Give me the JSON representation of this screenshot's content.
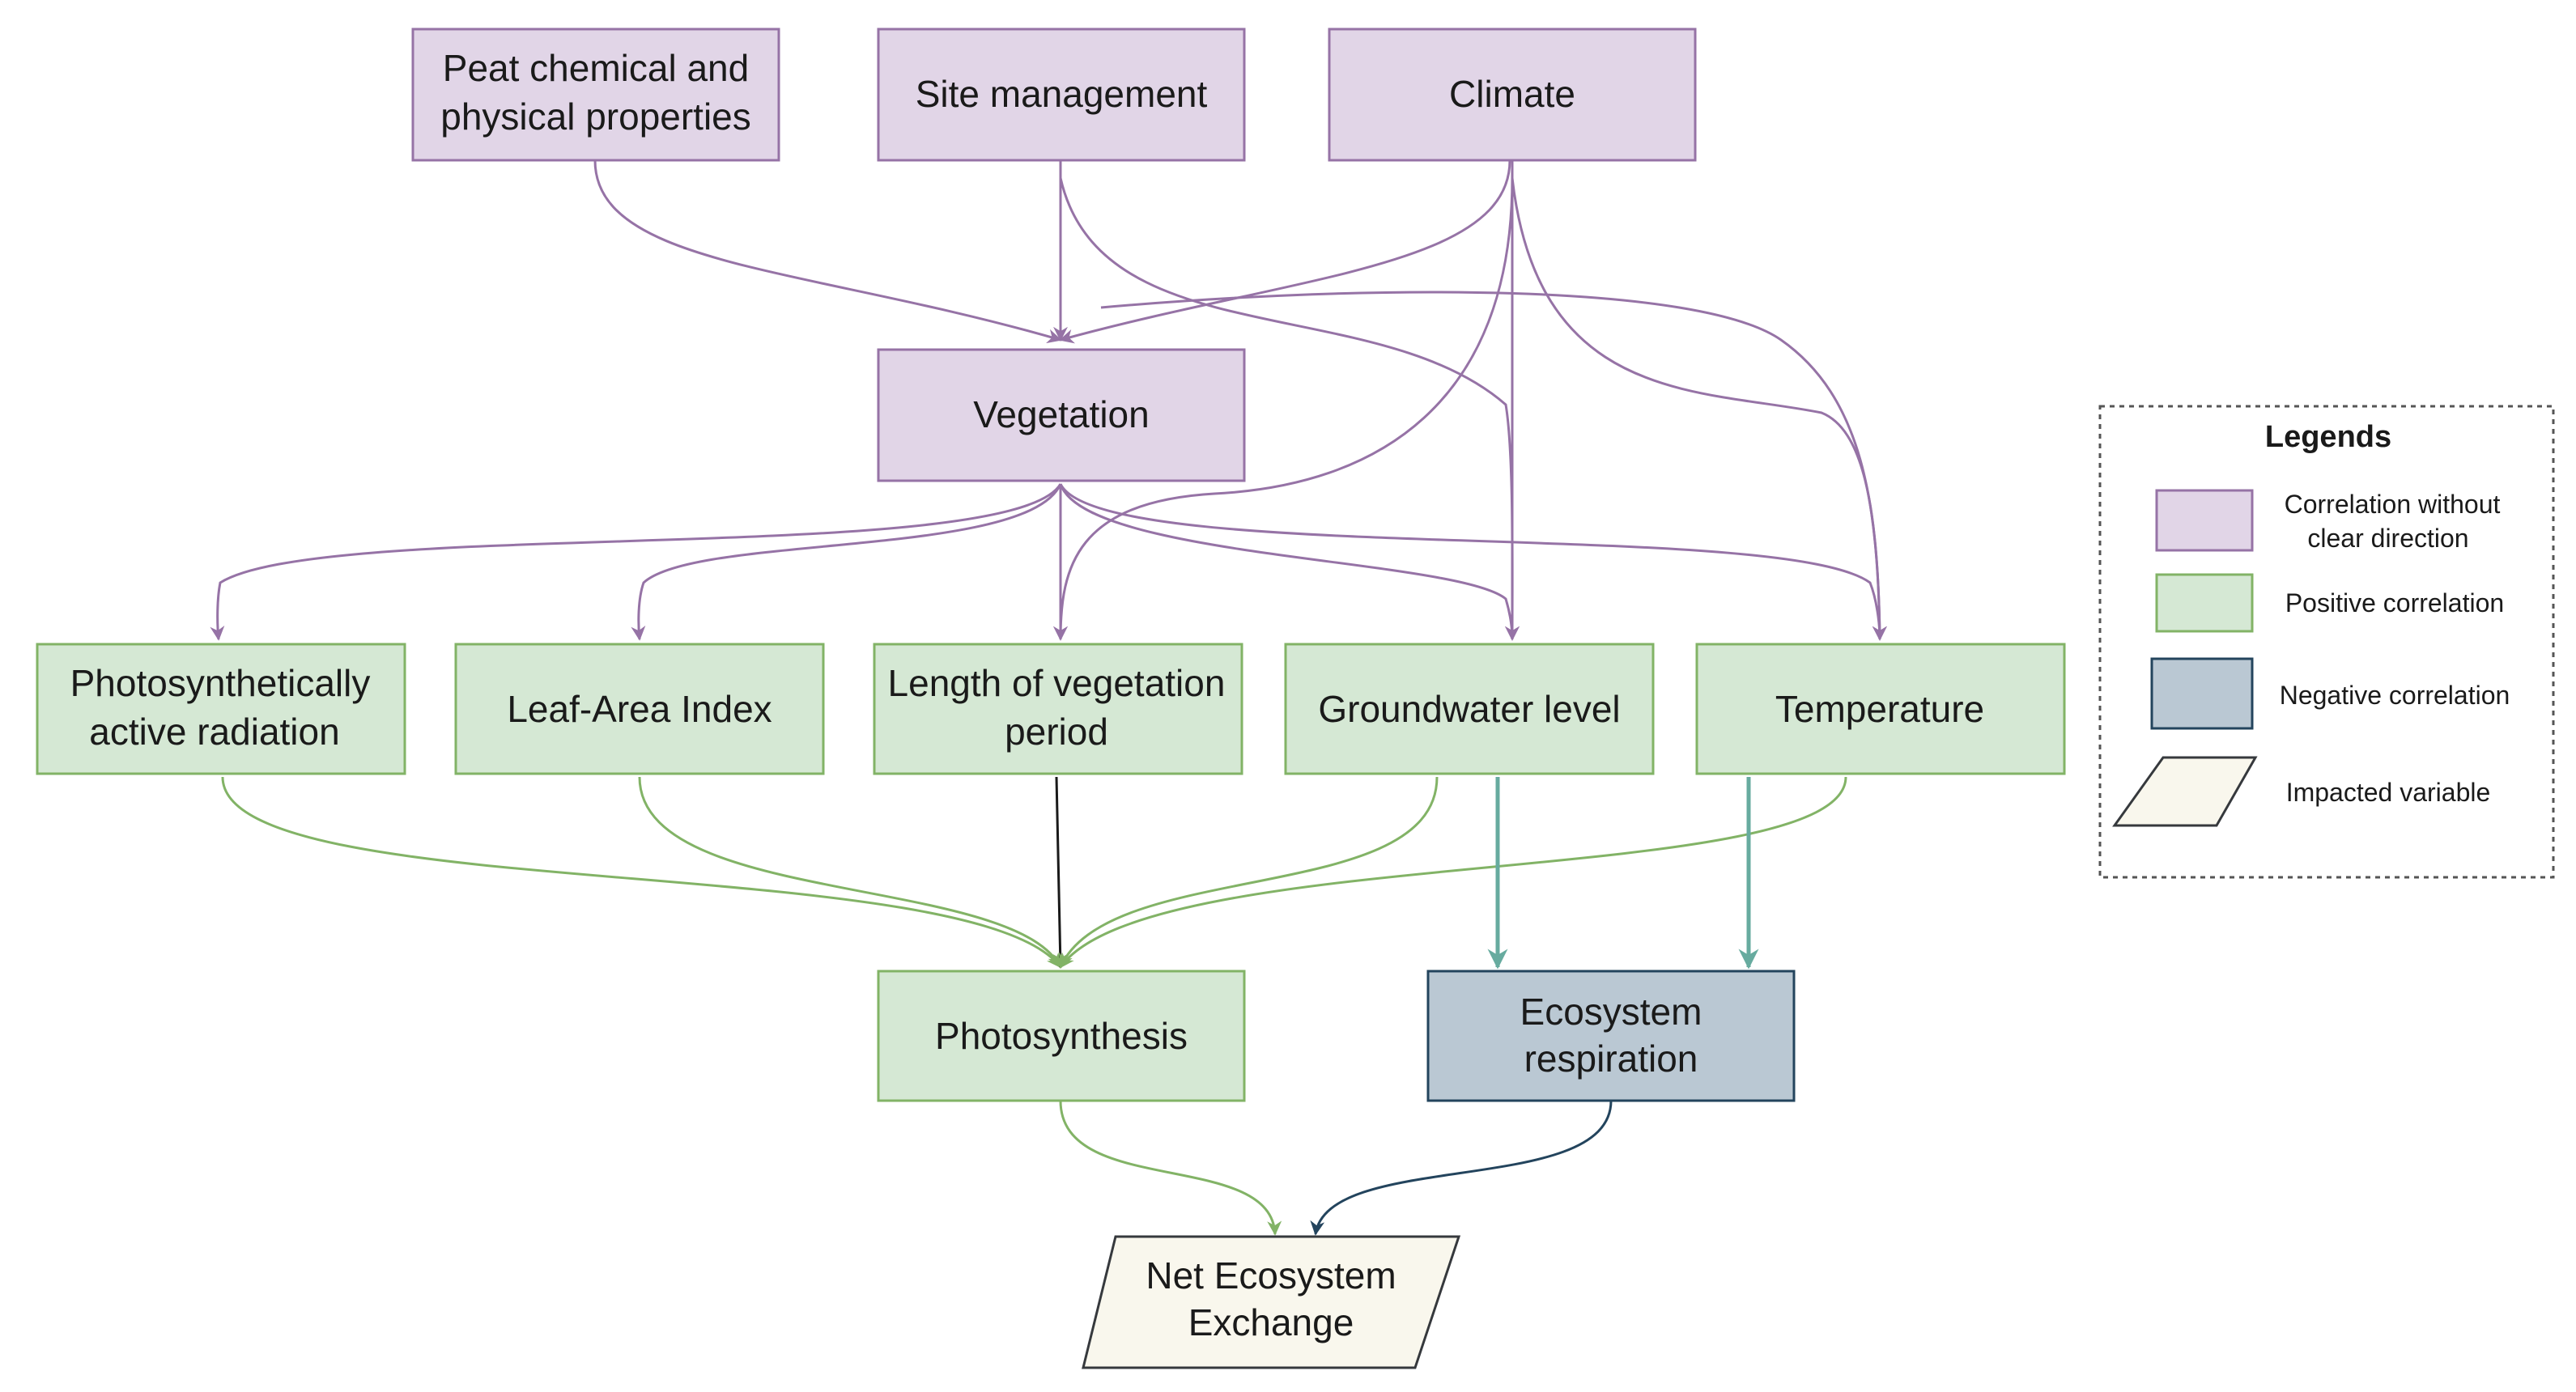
{
  "colors": {
    "purple_fill": "#e1d5e7",
    "purple_stroke": "#9673a6",
    "green_fill": "#d5e8d4",
    "green_stroke": "#82b366",
    "blue_fill": "#bac8d3",
    "blue_stroke": "#23445d",
    "impacted_fill": "#f9f7ed",
    "impacted_stroke": "#36393d",
    "purple_edge": "#9673a6",
    "green_edge": "#82b366",
    "teal_edge": "#67ab9f",
    "navy_edge": "#23445d",
    "black_edge": "#1a1a1a"
  },
  "nodes": {
    "peat": {
      "lines": [
        "Peat chemical and",
        "physical properties"
      ],
      "category": "purple"
    },
    "site": {
      "lines": [
        "Site management"
      ],
      "category": "purple"
    },
    "climate": {
      "lines": [
        "Climate"
      ],
      "category": "purple"
    },
    "vegetation": {
      "lines": [
        "Vegetation"
      ],
      "category": "purple"
    },
    "par": {
      "lines": [
        "Photosynthetically",
        "active radiation"
      ],
      "category": "green"
    },
    "lai": {
      "lines": [
        "Leaf-Area Index"
      ],
      "category": "green"
    },
    "lvp": {
      "lines": [
        "Length of vegetation",
        "period"
      ],
      "category": "green"
    },
    "gwl": {
      "lines": [
        "Groundwater level"
      ],
      "category": "green"
    },
    "temp": {
      "lines": [
        "Temperature"
      ],
      "category": "green"
    },
    "photo": {
      "lines": [
        "Photosynthesis"
      ],
      "category": "green"
    },
    "resp": {
      "lines": [
        "Ecosystem",
        "respiration"
      ],
      "category": "blue"
    },
    "nee": {
      "lines": [
        "Net Ecosystem",
        "Exchange"
      ],
      "category": "impacted"
    }
  },
  "legend": {
    "title": "Legends",
    "items": [
      {
        "lines": [
          "Correlation without",
          "clear direction"
        ],
        "category": "purple"
      },
      {
        "lines": [
          "Positive correlation"
        ],
        "category": "green"
      },
      {
        "lines": [
          "Negative correlation"
        ],
        "category": "blue"
      },
      {
        "lines": [
          "Impacted variable"
        ],
        "category": "impacted"
      }
    ]
  }
}
